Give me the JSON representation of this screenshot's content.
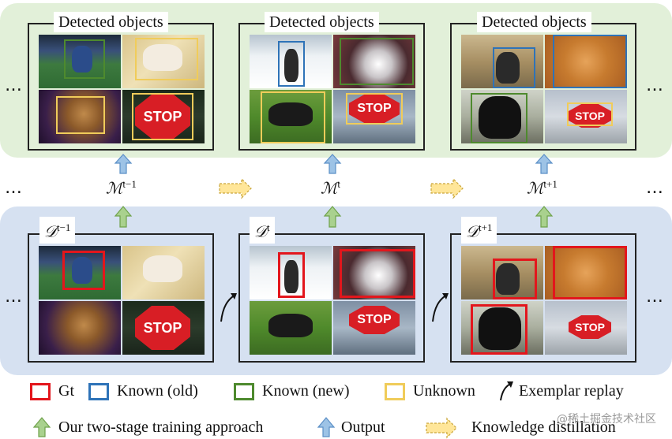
{
  "top_panels": [
    {
      "title": "Detected objects"
    },
    {
      "title": "Detected objects"
    },
    {
      "title": "Detected objects"
    }
  ],
  "bottom_panels": [
    {
      "base": "𝒟",
      "sup": "t−1"
    },
    {
      "base": "𝒟",
      "sup": "t"
    },
    {
      "base": "𝒟",
      "sup": "t+1"
    }
  ],
  "models": [
    {
      "base": "ℳ",
      "sup": "t−1"
    },
    {
      "base": "ℳ",
      "sup": "t"
    },
    {
      "base": "ℳ",
      "sup": "t+1"
    }
  ],
  "stop_sign_text": "STOP",
  "ellipsis": "…",
  "colors": {
    "gt": "#e3161c",
    "known_old": "#2e73b8",
    "known_new": "#4e8a2e",
    "unknown": "#f0cc5a",
    "two_stage_arrow": "#a9d18e",
    "output_arrow": "#9dc3e6",
    "distillation_arrow": "#ffe699",
    "top_band": "#e2f0d9",
    "bottom_band": "#d6e1f1"
  },
  "legend": {
    "gt": "Gt",
    "known_old": "Known (old)",
    "known_new": "Known (new)",
    "unknown": "Unknown",
    "exemplar_replay": "Exemplar replay",
    "two_stage": "Our two-stage training approach",
    "output": "Output",
    "knowledge_distillation": "Knowledge distillation"
  },
  "watermark": "@稀土掘金技术社区"
}
